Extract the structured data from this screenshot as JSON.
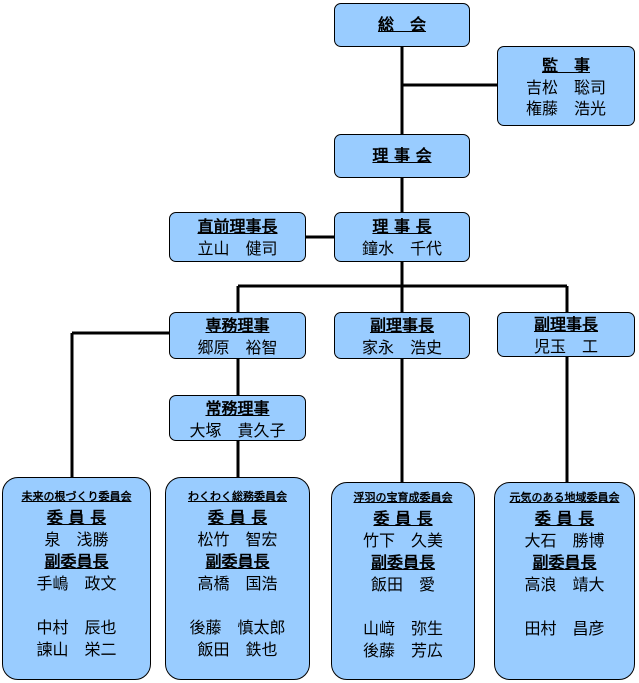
{
  "general_assembly": {
    "title": "総　会"
  },
  "auditors": {
    "title": "監　事",
    "members": [
      "吉松　聡司",
      "権藤　浩光"
    ]
  },
  "board": {
    "title": "理 事 会"
  },
  "chairman": {
    "title": "理 事 長",
    "name": "鐘水　千代"
  },
  "former_chairman": {
    "title": "直前理事長",
    "name": "立山　健司"
  },
  "executive_director": {
    "title": "専務理事",
    "name": "郷原　裕智"
  },
  "vice_chairman_1": {
    "title": "副理事長",
    "name": "家永　浩史"
  },
  "vice_chairman_2": {
    "title": "副理事長",
    "name": "児玉　工"
  },
  "managing_director": {
    "title": "常務理事",
    "name": "大塚　貴久子"
  },
  "committees": [
    {
      "name": "未来の根づくり委員会",
      "chair_label": "委 員 長",
      "chair": "泉　浅勝",
      "vice_label": "副委員長",
      "vice": "手嶋　政文",
      "members": [
        "中村　辰也",
        "諫山　栄二"
      ]
    },
    {
      "name": "わくわく総務委員会",
      "chair_label": "委 員 長",
      "chair": "松竹　智宏",
      "vice_label": "副委員長",
      "vice": "高橋　国浩",
      "members": [
        "後藤　慎太郎",
        "飯田　鉄也"
      ]
    },
    {
      "name": "浮羽の宝育成委員会",
      "chair_label": "委 員 長",
      "chair": "竹下　久美",
      "vice_label": "副委員長",
      "vice": "飯田　愛",
      "members": [
        "山﨑　弥生",
        "後藤　芳広"
      ]
    },
    {
      "name": "元気のある地域委員会",
      "chair_label": "委 員 長",
      "chair": "大石　勝博",
      "vice_label": "副委員長",
      "vice": "高浪　靖大",
      "members": [
        "田村　昌彦"
      ]
    }
  ]
}
